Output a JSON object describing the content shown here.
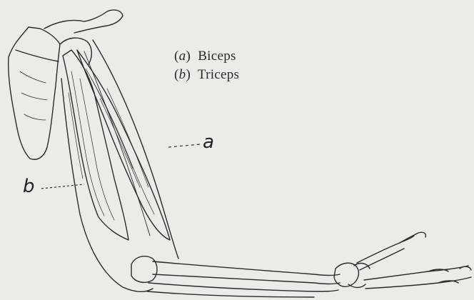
{
  "legend": {
    "items": [
      {
        "key": "a",
        "label": "Biceps"
      },
      {
        "key": "b",
        "label": "Triceps"
      }
    ]
  },
  "callouts": {
    "a": "a",
    "b": "b"
  },
  "colors": {
    "background": "#ecebe7",
    "ink": "#2a2a2a"
  }
}
